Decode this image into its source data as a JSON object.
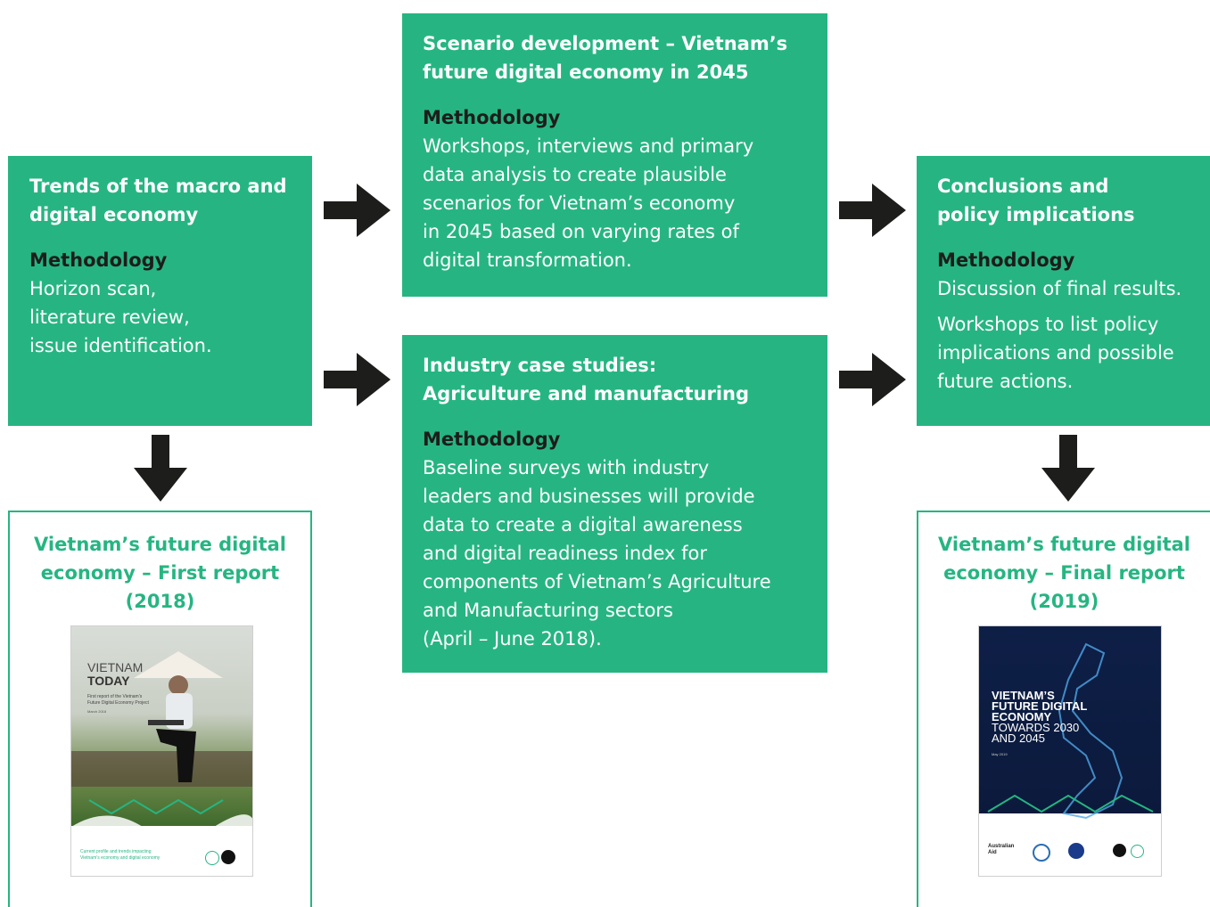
{
  "boxes": {
    "trends": {
      "title": "Trends of the macro and\ndigital economy",
      "method_head": "Methodology",
      "method_text": "Horizon scan,\nliterature review,\nissue identification."
    },
    "scenario": {
      "title": "Scenario development – Vietnam’s\nfuture digital economy in 2045",
      "method_head": "Methodology",
      "method_text": "Workshops, interviews and primary\ndata analysis to create plausible\nscenarios for Vietnam’s economy\nin 2045 based on varying rates of\ndigital transformation."
    },
    "industry": {
      "title": "Industry case studies:\nAgriculture and manufacturing",
      "method_head": "Methodology",
      "method_text": "Baseline surveys with industry\nleaders and businesses will provide\ndata to create a digital awareness\nand digital readiness index for\ncomponents of Vietnam’s Agriculture\nand Manufacturing sectors\n(April – June 2018)."
    },
    "conclusions": {
      "title": "Conclusions and\npolicy implications",
      "method_head": "Methodology",
      "method_text": "Discussion of final results.",
      "method_text2": "Workshops to list policy\nimplications and possible\nfuture actions."
    }
  },
  "reports": {
    "first": {
      "title": "Vietnam’s future digital\neconomy – First report\n(2018)",
      "cover": {
        "line1": "VIETNAM",
        "line2": "TODAY",
        "subtitle": "First report of the Vietnam’s\nFuture Digital Economy Project",
        "date": "March 2018",
        "footer": "Current profile and trends impacting\nVietnam’s economy and digital economy"
      }
    },
    "final": {
      "title": "Vietnam’s future digital\neconomy – Final report\n(2019)",
      "cover": {
        "line1": "VIETNAM’S",
        "line2": "FUTURE DIGITAL",
        "line3": "ECONOMY",
        "line4": "TOWARDS 2030",
        "line5": "AND 2045",
        "date": "May 2019",
        "footer_logo": "Australian Aid"
      }
    }
  },
  "colors": {
    "green": "#26b582",
    "dark": "#1d1d1b",
    "navy": "#0b1a3c"
  },
  "icons": {
    "arrow": "arrow-right-icon",
    "arrow_down": "arrow-down-icon"
  }
}
